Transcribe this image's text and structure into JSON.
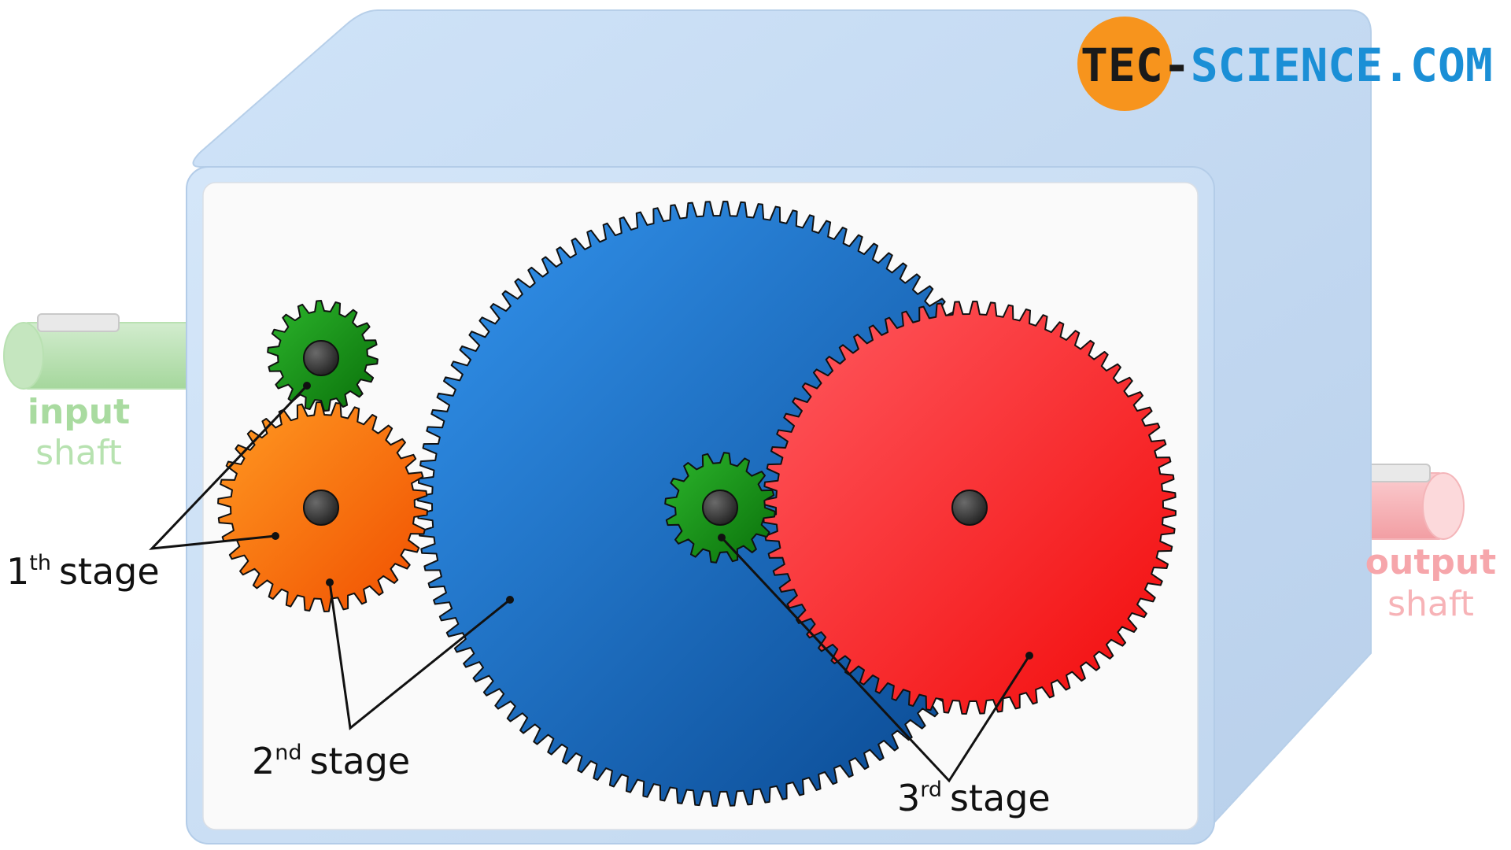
{
  "logo": {
    "part1": "TEC",
    "dash": "-",
    "part2": "SCIENCE",
    "suffix": ".COM",
    "circle_color": "#f7941d",
    "text_color_dark": "#1a1a1a",
    "text_color_blue": "#1b8fd6"
  },
  "shafts": {
    "input": {
      "word1": "input",
      "word2": "shaft",
      "color": "#a8d9a0"
    },
    "output": {
      "word1": "output",
      "word2": "shaft",
      "color": "#f5a0a5"
    }
  },
  "stages": {
    "stage1": {
      "number": "1",
      "suffix": "th",
      "word": "stage"
    },
    "stage2": {
      "number": "2",
      "suffix": "nd",
      "word": "stage"
    },
    "stage3": {
      "number": "3",
      "suffix": "rd",
      "word": "stage"
    }
  },
  "gears": [
    {
      "id": "gear-green-input",
      "teeth": 18,
      "color": "#22a622",
      "color_dark": "#0d7a0d"
    },
    {
      "id": "gear-orange",
      "teeth": 34,
      "color": "#ff8a1a",
      "color_dark": "#f05a00"
    },
    {
      "id": "gear-blue",
      "teeth": 108,
      "color": "#2e8fe8",
      "color_dark": "#0b4f9e"
    },
    {
      "id": "gear-green-middle",
      "teeth": 16,
      "color": "#22a622",
      "color_dark": "#0d7a0d"
    },
    {
      "id": "gear-red",
      "teeth": 72,
      "color": "#ff4a50",
      "color_dark": "#f01010"
    }
  ],
  "housing": {
    "color": "#c7ddf5",
    "inner_color": "#fafafa"
  }
}
